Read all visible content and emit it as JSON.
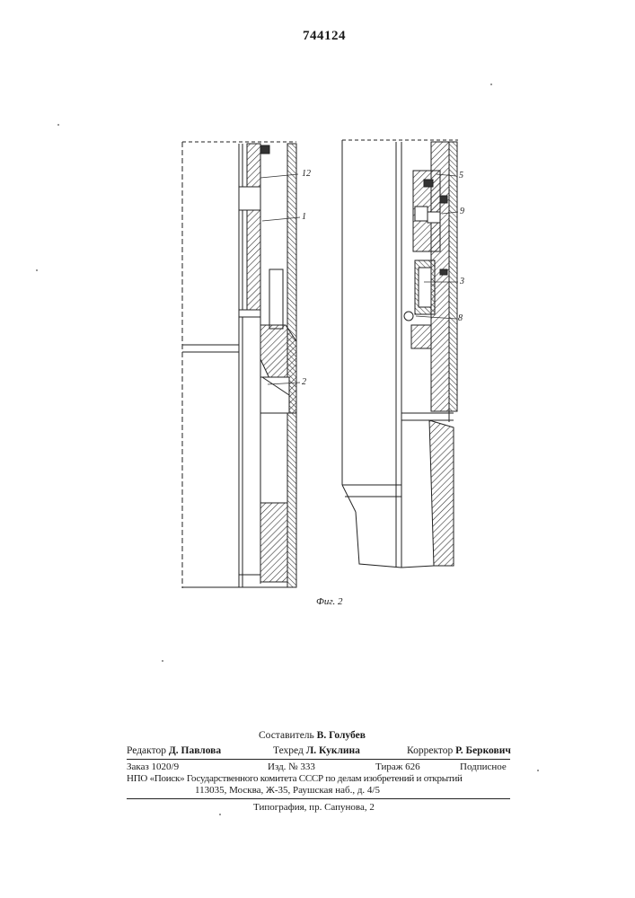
{
  "patent_number": "744124",
  "figure": {
    "caption": "Фиг. 2",
    "callouts": {
      "c12": "12",
      "c1": "1",
      "c2": "2",
      "c5": "5",
      "c9": "9",
      "c3": "3",
      "c8": "8"
    }
  },
  "credits": {
    "compiler_role": "Составитель",
    "compiler_name": "В. Голубев",
    "editor_role": "Редактор",
    "editor_name": "Д. Павлова",
    "techred_role": "Техред",
    "techred_name": "Л. Куклина",
    "corrector_role": "Корректор",
    "corrector_name": "Р. Беркович"
  },
  "imprint": {
    "order": "Заказ 1020/9",
    "edition": "Изд. № 333",
    "circulation": "Тираж 626",
    "subscription": "Подписное",
    "org_line": "НПО «Поиск» Государственного комитета СССР по делам изобретений и открытий",
    "address": "113035, Москва, Ж-35, Раушская наб., д. 4/5"
  },
  "printer": "Типография, пр. Сапунова, 2"
}
